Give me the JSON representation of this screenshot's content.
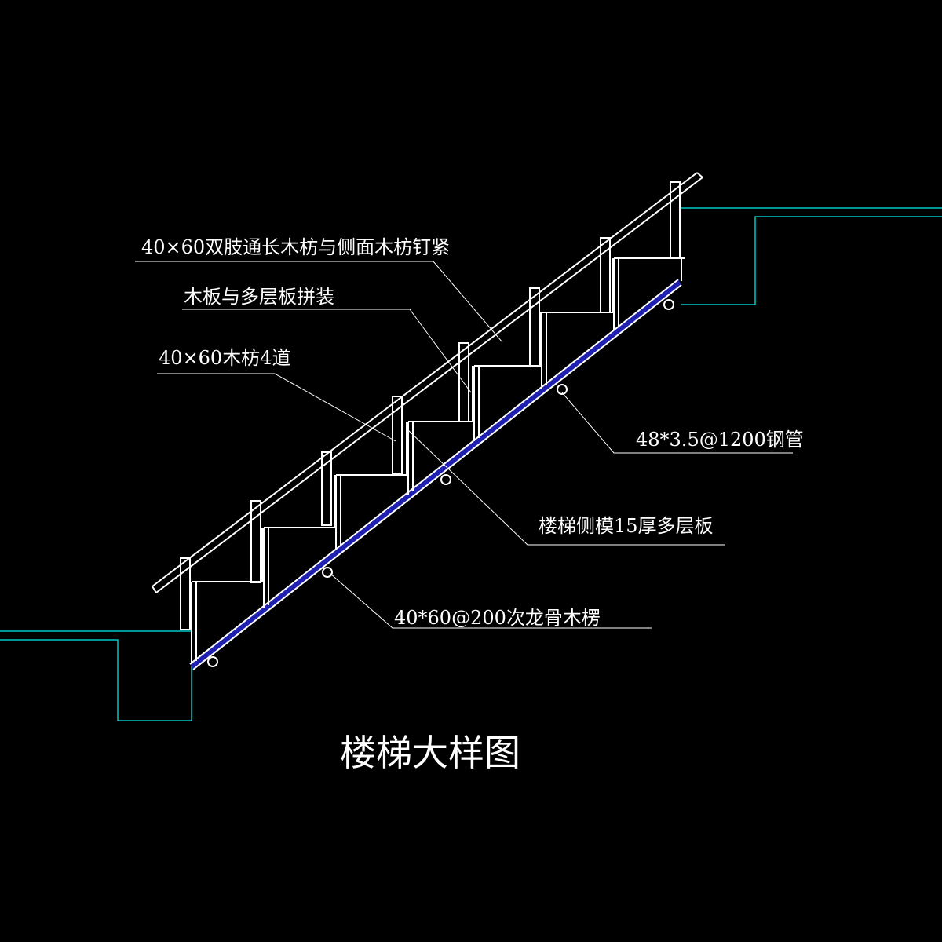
{
  "title": "楼梯大样图",
  "labels": {
    "handrail": "40×60双肢通长木枋与侧面木枋钉紧",
    "board": "木板与多层板拼装",
    "timber4": "40×60木枋4道",
    "steel_pipe": "48*3.5@1200钢管",
    "side_form": "楼梯侧模15厚多层板",
    "joist": "40*60@200次龙骨木楞"
  },
  "colors": {
    "background": "#000000",
    "lines": "#ffffff",
    "ground": "#00c8c8",
    "soffit": "#2020b0"
  }
}
